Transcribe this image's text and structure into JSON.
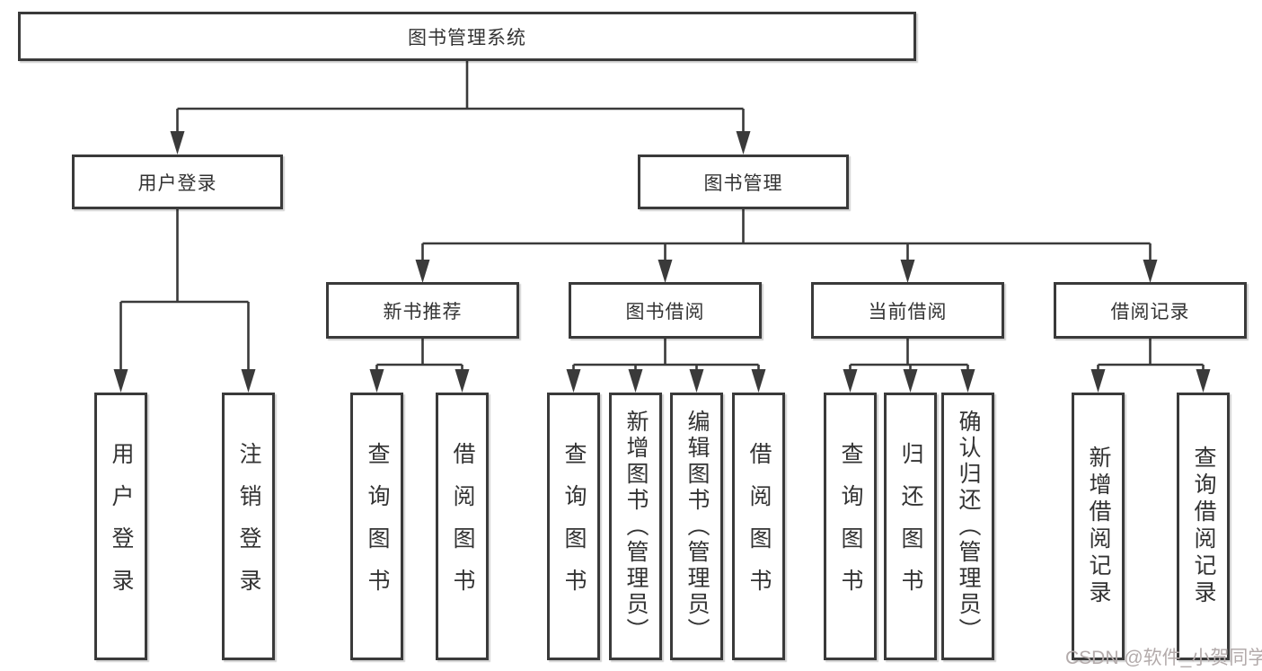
{
  "tree": {
    "label": "图书管理系统",
    "children": [
      {
        "label": "用户登录",
        "children": [
          {
            "label": "用户登录"
          },
          {
            "label": "注销登录"
          }
        ]
      },
      {
        "label": "图书管理",
        "children": [
          {
            "label": "新书推荐",
            "children": [
              {
                "label": "查询图书"
              },
              {
                "label": "借阅图书"
              }
            ]
          },
          {
            "label": "图书借阅",
            "children": [
              {
                "label": "查询图书"
              },
              {
                "label": "新增图书（管理员）"
              },
              {
                "label": "编辑图书（管理员）"
              },
              {
                "label": "借阅图书"
              }
            ]
          },
          {
            "label": "当前借阅",
            "children": [
              {
                "label": "查询图书"
              },
              {
                "label": "归还图书"
              },
              {
                "label": "确认归还（管理员）"
              }
            ]
          },
          {
            "label": "借阅记录",
            "children": [
              {
                "label": "新增借阅记录"
              },
              {
                "label": "查询借阅记录"
              }
            ]
          }
        ]
      }
    ]
  },
  "watermark": {
    "text": "CSDN @软件_小贺同学"
  },
  "colors": {
    "line": "#3a3a3a",
    "text": "#333333",
    "background": "#ffffff",
    "watermark": "#b3abab"
  }
}
